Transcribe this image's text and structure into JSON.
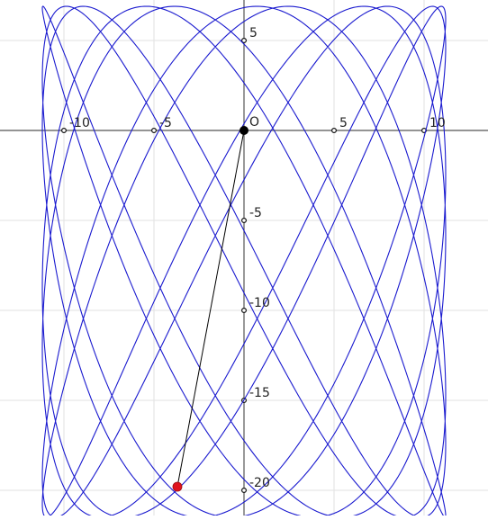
{
  "chart_data": {
    "type": "scatter",
    "title": "",
    "xlabel": "",
    "ylabel": "",
    "origin_label": "O",
    "xlim": [
      -13.55,
      13.55
    ],
    "ylim": [
      -21.4,
      7.25
    ],
    "grid": true,
    "x_ticks": [
      -10,
      -5,
      5,
      10
    ],
    "y_ticks": [
      5,
      -5,
      -10,
      -15,
      -20
    ],
    "x_tick_labels": [
      "-10",
      "-5",
      "5",
      "10"
    ],
    "y_tick_labels": [
      "5",
      "-5",
      "-10",
      "-15",
      "-20"
    ],
    "curve": {
      "color": "#1a1acf",
      "center": [
        0,
        -7.3
      ],
      "x_amplitude": 11.2,
      "y_amplitude": 14.2,
      "x_frequency": 7,
      "y_frequency": 11,
      "x_phase": 1.5708,
      "y_phase": 1.0,
      "t_range": [
        0,
        6.2832
      ]
    },
    "segment": {
      "from": [
        0,
        0
      ],
      "to": [
        -3.7,
        -19.8
      ],
      "color": "#000000"
    },
    "origin_point": {
      "x": 0,
      "y": 0,
      "color": "#000000"
    },
    "moving_point": {
      "x": -3.7,
      "y": -19.8,
      "color": "#e0141e"
    }
  }
}
